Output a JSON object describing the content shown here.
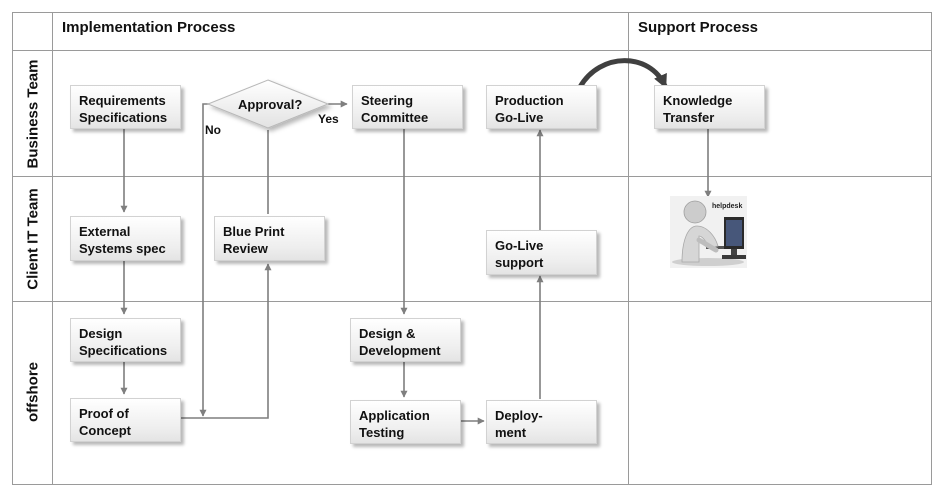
{
  "headers": {
    "implementation": "Implementation Process",
    "support": "Support Process"
  },
  "lanes": {
    "business": "Business Team",
    "client_it": "Client IT Team",
    "offshore": "offshore"
  },
  "nodes": {
    "requirements": "Requirements\nSpecifications",
    "approval": "Approval?",
    "steering": "Steering\nCommittee",
    "production": "Production\nGo-Live",
    "knowledge": "Knowledge\nTransfer",
    "external": "External\nSystems spec",
    "blueprint": "Blue Print\nReview",
    "golive_support": "Go-Live\nsupport",
    "design_spec": "Design\nSpecifications",
    "design_dev": "Design &\nDevelopment",
    "proof": "Proof of\nConcept",
    "app_testing": "Application\nTesting",
    "deployment": "Deploy-\nment"
  },
  "edge_labels": {
    "no": "No",
    "yes": "Yes"
  },
  "helpdesk": {
    "label": "helpdesk",
    "icon": "helpdesk-person-at-computer-icon"
  },
  "colors": {
    "connector": "#7f7f7f",
    "curved_arrow": "#404040",
    "grid": "#9a9a9a",
    "box_border": "#d2d2d2"
  }
}
